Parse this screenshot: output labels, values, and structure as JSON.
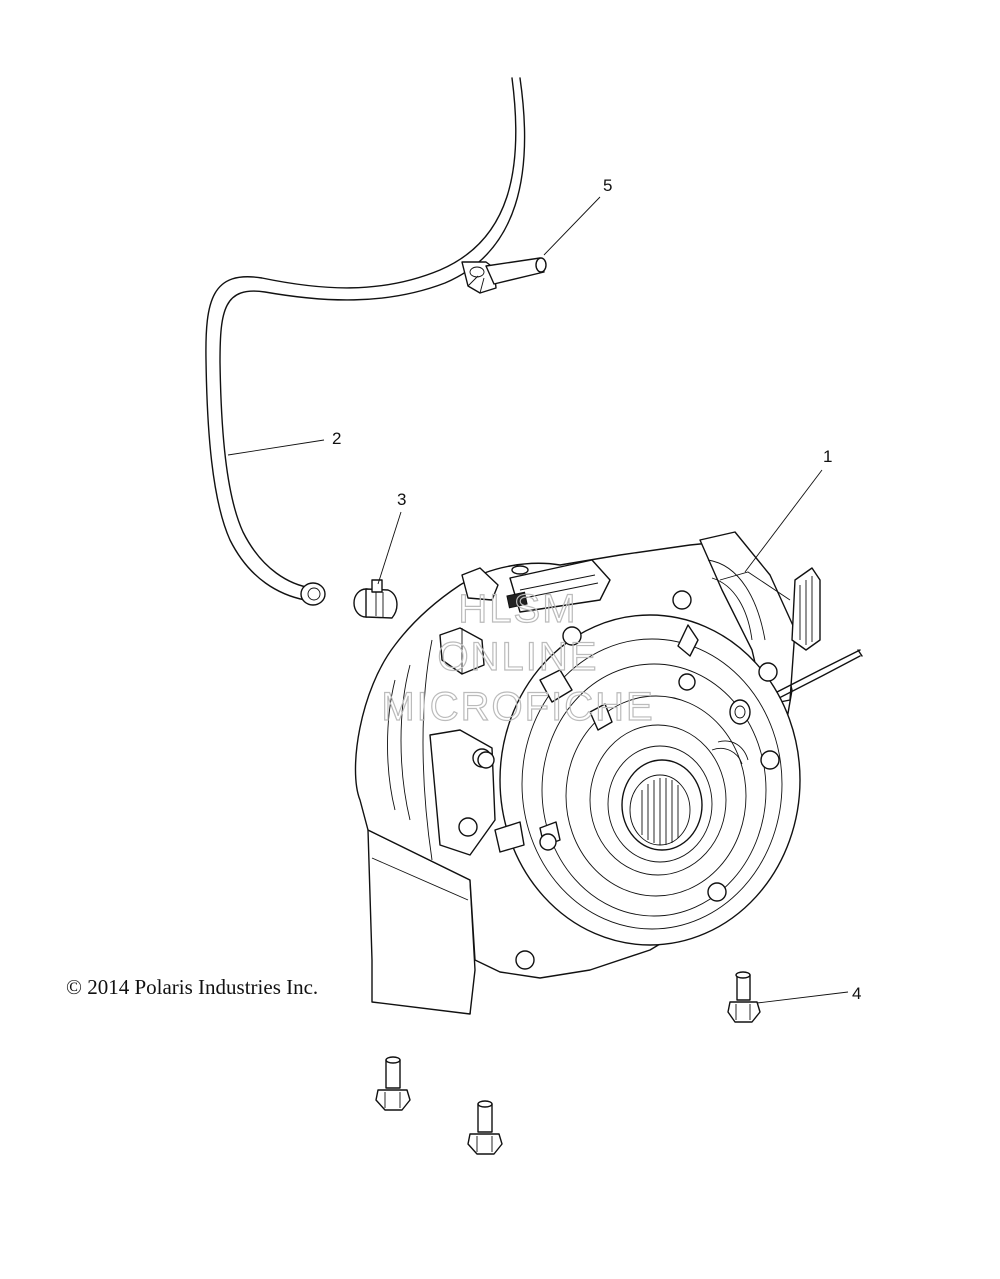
{
  "callouts": [
    {
      "label": "1"
    },
    {
      "label": "2"
    },
    {
      "label": "3"
    },
    {
      "label": "4"
    },
    {
      "label": "5"
    }
  ],
  "copyright": "© 2014 Polaris Industries Inc.",
  "watermark": {
    "line1": "HLSM",
    "line2": "ONLINE",
    "line3": "MICROFICHE"
  }
}
